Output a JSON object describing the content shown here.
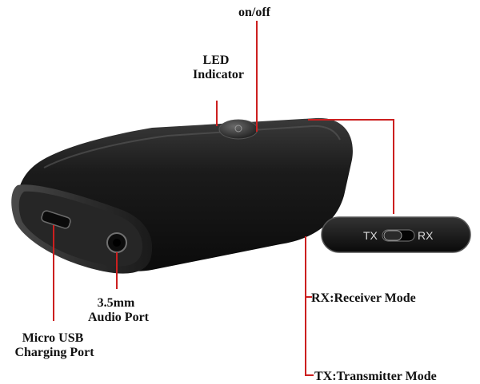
{
  "labels": {
    "power": "on/off",
    "led_line1": "LED",
    "led_line2": "Indicator",
    "audio_line1": "3.5mm",
    "audio_line2": "Audio Port",
    "usb_line1": "Micro USB",
    "usb_line2": "Charging Port",
    "rx_mode": "RX:Receiver Mode",
    "tx_mode": "TX:Transmitter Mode"
  },
  "switch": {
    "left": "TX",
    "right": "RX"
  },
  "colors": {
    "callout": "#cc1f1f",
    "device_body": "#1a1a1a",
    "device_face": "#2c2c2c",
    "label_text": "#111111",
    "background": "#ffffff"
  }
}
